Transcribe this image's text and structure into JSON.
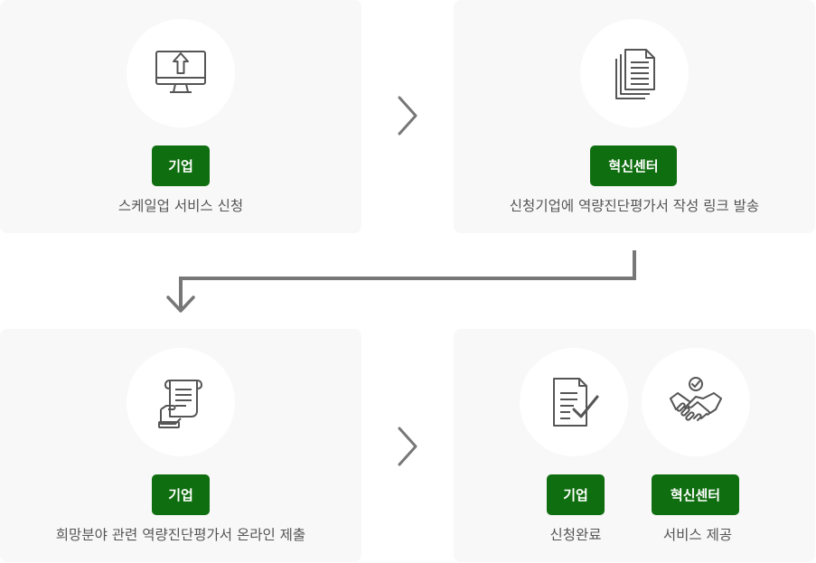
{
  "steps": {
    "step1": {
      "badge": "기업",
      "desc": "스케일업 서비스 신청",
      "icon": "monitor-upload-icon"
    },
    "step2": {
      "badge": "혁신센터",
      "desc": "신청기업에 역량진단평가서 작성 링크 발송",
      "icon": "documents-icon"
    },
    "step3": {
      "badge": "기업",
      "desc": "희망분야 관련 역량진단평가서 온라인 제출",
      "icon": "scroll-hand-icon"
    },
    "step4": {
      "left": {
        "badge": "기업",
        "desc": "신청완료",
        "icon": "document-check-icon"
      },
      "right": {
        "badge": "혁신센터",
        "desc": "서비스 제공",
        "icon": "handshake-icon"
      }
    }
  },
  "colors": {
    "badge_bg": "#0f6e0f",
    "card_bg": "#f8f8f8",
    "icon": "#555555",
    "arrow": "#777777"
  }
}
